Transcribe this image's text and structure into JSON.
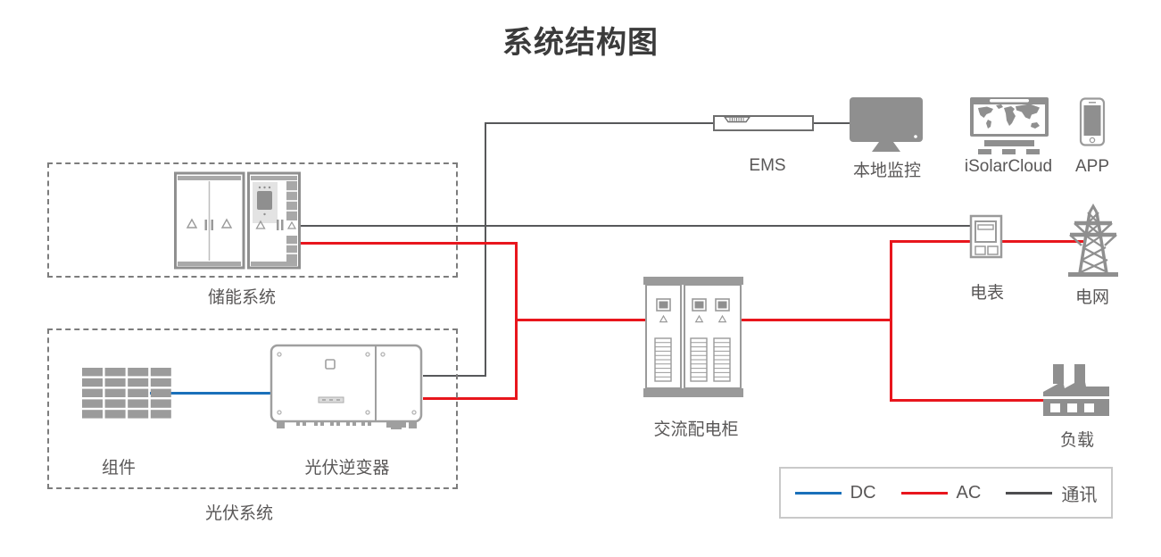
{
  "title": "系统结构图",
  "colors": {
    "dc": "#1a70ba",
    "ac": "#e8161d",
    "comm": "#57585a",
    "icon_gray": "#8f8f8f",
    "text": "#595757"
  },
  "groups": {
    "storage": {
      "label": "储能系统"
    },
    "pv": {
      "label": "光伏系统"
    }
  },
  "nodes": {
    "module": {
      "label": "组件"
    },
    "inverter": {
      "label": "光伏逆变器"
    },
    "ems": {
      "label": "EMS"
    },
    "local_monitor": {
      "label": "本地监控"
    },
    "isolarcloud": {
      "label": "iSolarCloud"
    },
    "app": {
      "label": "APP"
    },
    "ac_cabinet": {
      "label": "交流配电柜"
    },
    "meter": {
      "label": "电表"
    },
    "grid": {
      "label": "电网"
    },
    "load": {
      "label": "负载"
    }
  },
  "legend": {
    "dc_label": "DC",
    "ac_label": "AC",
    "comm_label": "通讯"
  }
}
